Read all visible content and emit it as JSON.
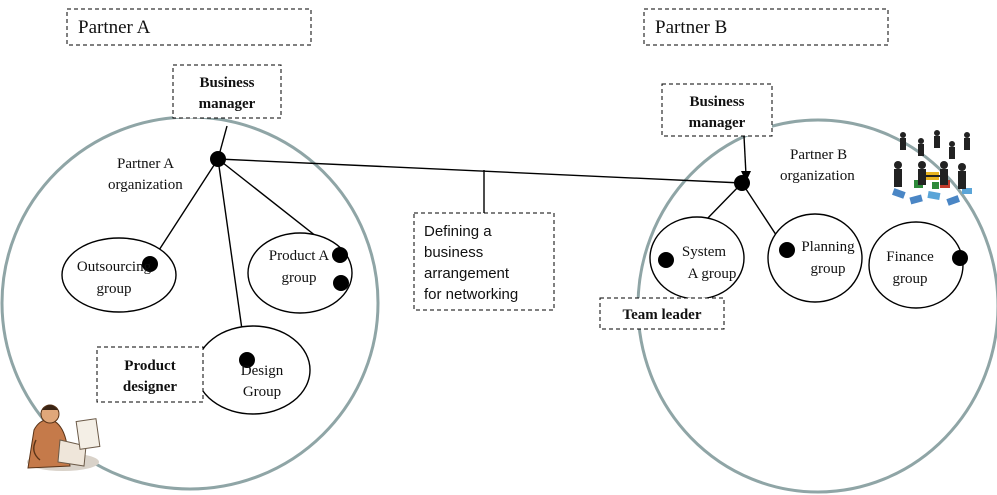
{
  "partner_a": {
    "header": "Partner A",
    "org_label": [
      "Partner A",
      "organization"
    ],
    "business_manager": [
      "Business",
      "manager"
    ],
    "product_designer": [
      "Product",
      "designer"
    ],
    "groups": {
      "outsourcing": [
        "Outsourcing",
        "group"
      ],
      "product_a": [
        "Product A",
        "group"
      ],
      "design": [
        "Design",
        "Group"
      ]
    }
  },
  "partner_b": {
    "header": "Partner B",
    "org_label": [
      "Partner B",
      "organization"
    ],
    "business_manager": [
      "Business",
      "manager"
    ],
    "team_leader": "Team leader",
    "groups": {
      "system_a": [
        "System",
        "A group"
      ],
      "planning": [
        "Planning",
        "group"
      ],
      "finance": [
        "Finance",
        "group"
      ]
    }
  },
  "arrangement_note": [
    "Defining a",
    "business",
    "arrangement",
    "for networking"
  ],
  "colors": {
    "org_circle": "#8fa5a6",
    "line": "#000000",
    "dashed_border": "#000000"
  },
  "icons": [
    "person-at-desk-icon",
    "people-network-icon"
  ]
}
